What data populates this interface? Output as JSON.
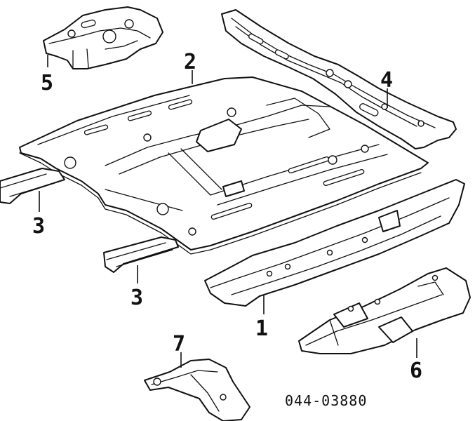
{
  "callouts": [
    {
      "id": "1",
      "label": "1"
    },
    {
      "id": "2",
      "label": "2"
    },
    {
      "id": "3a",
      "label": "3"
    },
    {
      "id": "3b",
      "label": "3"
    },
    {
      "id": "4",
      "label": "4"
    },
    {
      "id": "5",
      "label": "5"
    },
    {
      "id": "6",
      "label": "6"
    },
    {
      "id": "7",
      "label": "7"
    }
  ],
  "reference_code": "044-03880",
  "colors": {
    "line": "#111111",
    "background": "#ffffff"
  }
}
